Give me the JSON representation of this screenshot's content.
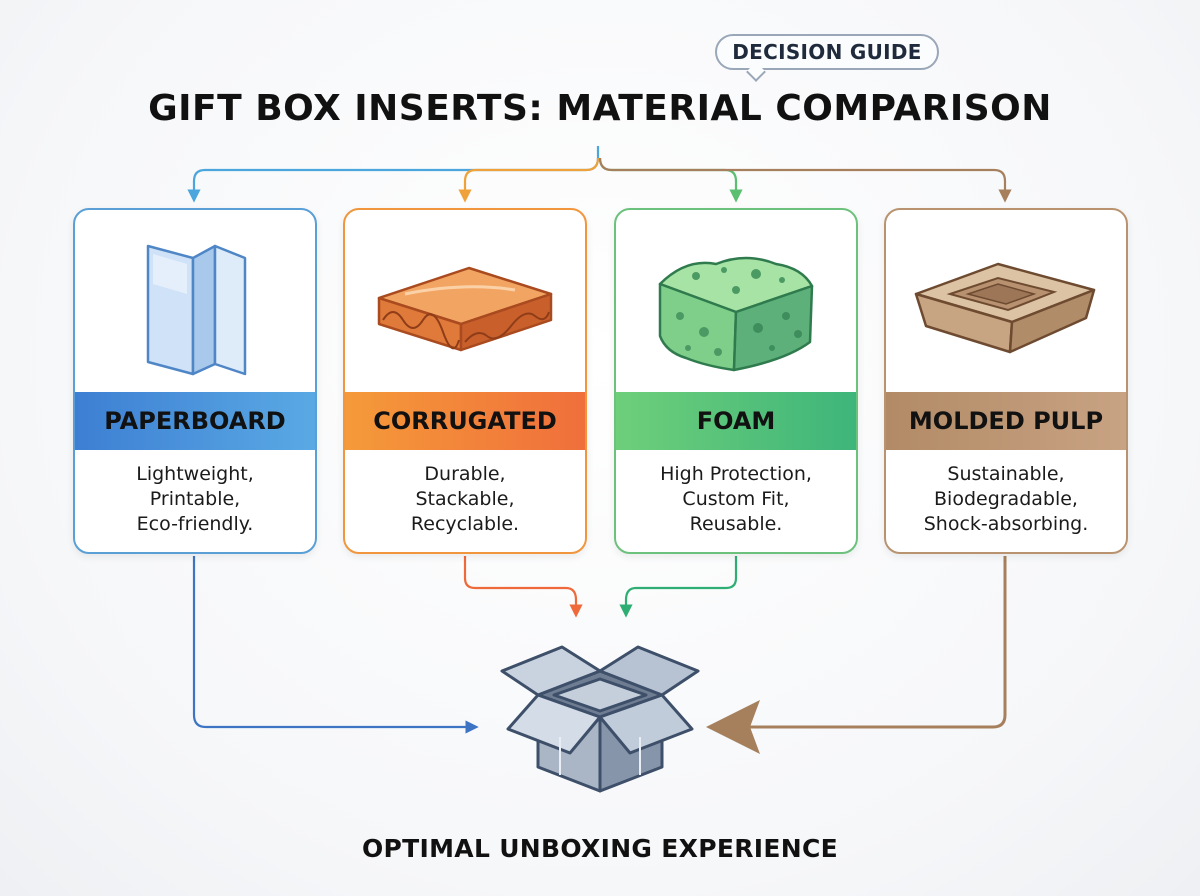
{
  "badge": "DECISION GUIDE",
  "title": "GIFT BOX INSERTS: MATERIAL COMPARISON",
  "materials": [
    {
      "name": "PAPERBOARD",
      "icon": "folded-paperboard-icon",
      "color": "#3d7fd3",
      "lines": [
        "Lightweight,",
        "Printable,",
        "Eco-friendly."
      ]
    },
    {
      "name": "CORRUGATED",
      "icon": "corrugated-sheet-icon",
      "color": "#f07a3a",
      "lines": [
        "Durable,",
        "Stackable,",
        "Recyclable."
      ]
    },
    {
      "name": "FOAM",
      "icon": "foam-block-icon",
      "color": "#3eb57a",
      "lines": [
        "High Protection,",
        "Custom Fit,",
        "Reusable."
      ]
    },
    {
      "name": "MOLDED PULP",
      "icon": "molded-pulp-tray-icon",
      "color": "#9a6f4c",
      "lines": [
        "Sustainable,",
        "Biodegradable,",
        "Shock-absorbing."
      ]
    }
  ],
  "result": "OPTIMAL UNBOXING EXPERIENCE",
  "result_icon": "open-box-icon"
}
